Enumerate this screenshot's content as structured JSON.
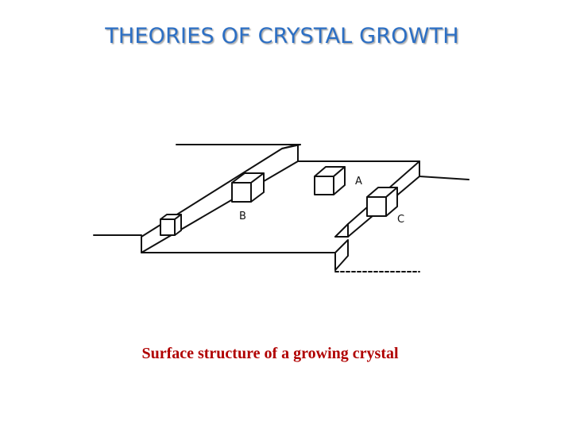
{
  "title": "THEORIES OF CRYSTAL GROWTH",
  "diagram": {
    "labels": {
      "a": "A",
      "b": "B",
      "c": "C"
    }
  },
  "caption": "Surface structure of a growing crystal",
  "colors": {
    "title": "#2c6fc4",
    "caption": "#b00000",
    "line": "#111111"
  }
}
